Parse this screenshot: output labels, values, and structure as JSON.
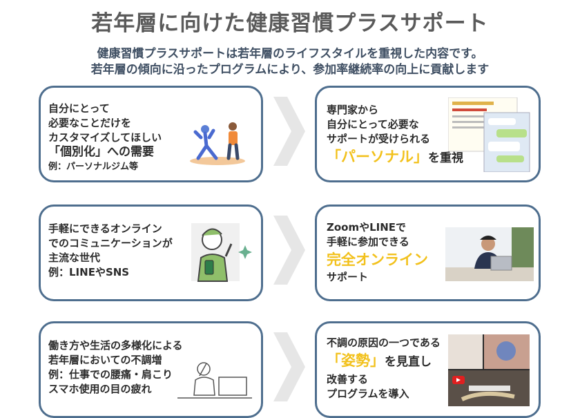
{
  "title": "若年層に向けた健康習慣プラスサポート",
  "subtitle": {
    "line1": "健康習慣プラスサポートは若年層のライフスタイルを重視した内容です。",
    "line2": "若年層の傾向に沿ったプログラムにより、参加率継続率の向上に貢献します"
  },
  "rows": [
    {
      "left": {
        "line1": "自分にとって",
        "line2": "必要なことだけを",
        "line3": "カスタマイズしてほしい",
        "line4": "「個別化」への需要",
        "line5": "例：パーソナルジム等"
      },
      "right": {
        "line1": "専門家から",
        "line2": "自分にとって必要な",
        "line3": "サポートが受けられる",
        "highlight": "「パーソナル」",
        "suffix": "を重視"
      }
    },
    {
      "left": {
        "line1": "手軽にできるオンライン",
        "line2": "でのコミュニケーションが",
        "line3": "主流な世代",
        "line4": "例：LINEやSNS"
      },
      "right": {
        "line1": "ZoomやLINEで",
        "line2": "手軽に参加できる",
        "highlight": "完全オンライン",
        "line4": "サポート"
      }
    },
    {
      "left": {
        "line1": "働き方や生活の多様化による",
        "line2": "若年層においての不調増",
        "line3": "例：仕事での腰痛・肩こり",
        "line4": "スマホ使用の目の疲れ"
      },
      "right": {
        "line1": "不調の原因の一つである",
        "highlight": "「姿勢」",
        "line2_suffix": "を見直し",
        "line3": "改善する",
        "line4": "プログラムを導入"
      }
    }
  ],
  "colors": {
    "card_border": "#4e6e8e",
    "highlight": "#f2c11c",
    "chevron": "#e6e6e6"
  }
}
